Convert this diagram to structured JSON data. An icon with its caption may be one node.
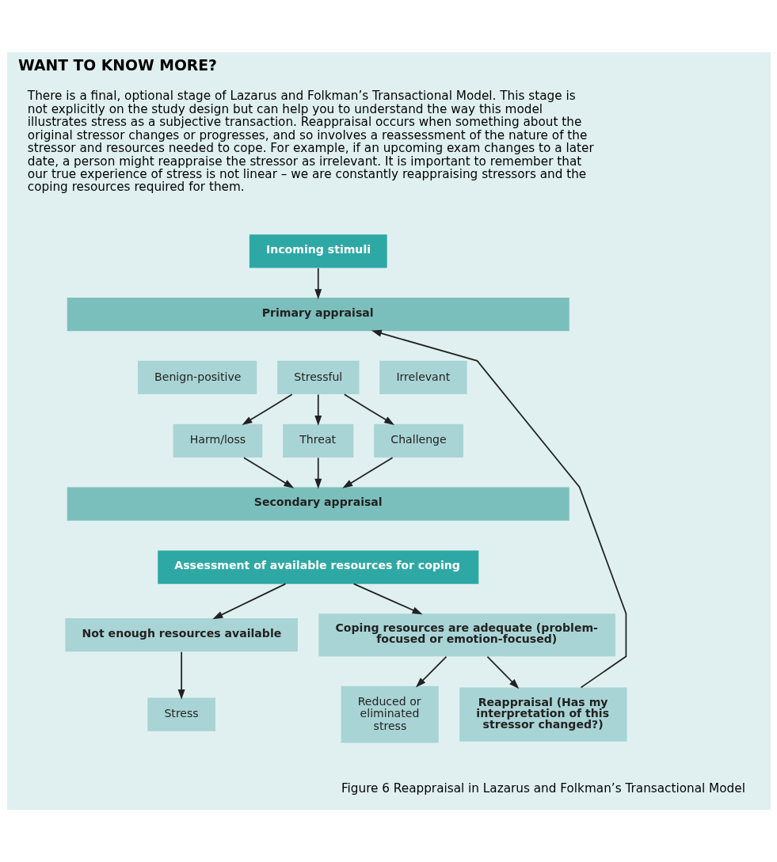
{
  "diagram": {
    "title": "WANT TO KNOW MORE?",
    "caption": "Figure 6 Reappraisal in Lazarus and Folkman’s Transactional Model",
    "nodes": [
      {
        "text": [
          "Incoming stimuli"
        ]
      },
      {
        "text": [
          "Primary appraisal"
        ]
      },
      {
        "text": [
          "Benign-positive"
        ]
      },
      {
        "text": [
          "Stressful"
        ]
      },
      {
        "text": [
          "Irrelevant"
        ]
      },
      {
        "text": [
          "Harm/loss"
        ]
      },
      {
        "text": [
          "Threat"
        ]
      },
      {
        "text": [
          "Challenge"
        ]
      },
      {
        "text": [
          "Secondary appraisal"
        ]
      },
      {
        "text": [
          "Assessment of available resources for coping"
        ]
      },
      {
        "text": [
          "Not enough resources available"
        ]
      },
      {
        "text": [
          "Coping resources are adequate (problem-focused or emotion-focused)"
        ]
      },
      {
        "text": [
          "Stress"
        ]
      },
      {
        "text": [
          "Reduced or eliminated stress"
        ]
      },
      {
        "text": [
          "Reappraisal (Has my interpretation of this stressor changed?)"
        ]
      }
    ],
    "edges": [
      {
        "from": 0,
        "to": 1,
        "arrow": "to"
      },
      {
        "from": 3,
        "to": 5,
        "arrow": "to"
      },
      {
        "from": 3,
        "to": 6,
        "arrow": "to"
      },
      {
        "from": 3,
        "to": 7,
        "arrow": "to"
      },
      {
        "from": 5,
        "to": 8,
        "arrow": "to"
      },
      {
        "from": 6,
        "to": 8,
        "arrow": "to"
      },
      {
        "from": 7,
        "to": 8,
        "arrow": "to"
      },
      {
        "from": 9,
        "to": 10,
        "arrow": "to"
      },
      {
        "from": 9,
        "to": 11,
        "arrow": "to"
      },
      {
        "from": 10,
        "to": 12,
        "arrow": "to"
      },
      {
        "from": 11,
        "to": 13,
        "arrow": "to"
      },
      {
        "from": 11,
        "to": 14,
        "arrow": "to"
      },
      {
        "from": 14,
        "to": 1,
        "arrow": "to"
      }
    ],
    "labels": [
      "There is a final, optional stage of Lazarus and Folkman’s Transactional Model. This stage is not explicitly on the study design but can help you to understand the way this model illustrates stress as a subjective transaction. Reappraisal occurs when something about the original stressor changes or progresses, and so involves a reassessment of the nature of the stressor and resources needed to cope. For example, if an upcoming exam changes to a later date, a person might reappraise the stressor as irrelevant. It is important to remember that our true experience of stress is not linear – we are constantly reappraising stressors and the coping resources required for them."
    ]
  }
}
